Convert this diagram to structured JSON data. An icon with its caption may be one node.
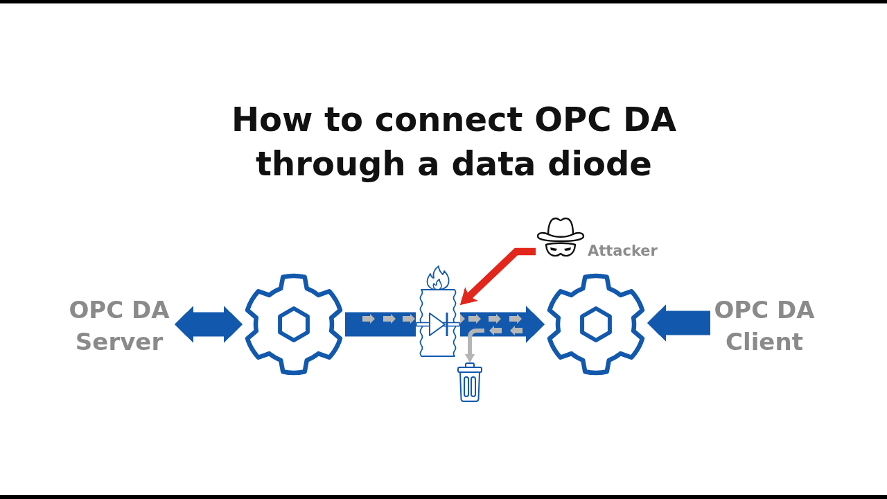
{
  "diagram": {
    "title": "How to connect OPC DA through a data diode",
    "nodes": [
      {
        "text": [
          "OPC DA Server"
        ]
      },
      {
        "text": [],
        "shape": "gear"
      },
      {
        "text": [],
        "shape": "diode"
      },
      {
        "text": [],
        "shape": "gear"
      },
      {
        "text": [
          "OPC DA Client"
        ]
      },
      {
        "text": [],
        "shape": "person",
        "beside": [
          "Attacker"
        ]
      },
      {
        "text": [],
        "shape": "bin"
      }
    ],
    "edges": [
      {
        "from": 0,
        "to": 1,
        "arrow": "both"
      },
      {
        "from": 1,
        "to": 2,
        "arrow": "none"
      },
      {
        "from": 2,
        "to": 3,
        "arrow": "to"
      },
      {
        "from": 4,
        "to": 3,
        "arrow": "to"
      },
      {
        "from": 5,
        "to": 2,
        "arrow": "to",
        "color": "#e3261b"
      },
      {
        "from": null,
        "to": 6,
        "arrow": "to",
        "color": "#b5b5b5"
      }
    ]
  }
}
